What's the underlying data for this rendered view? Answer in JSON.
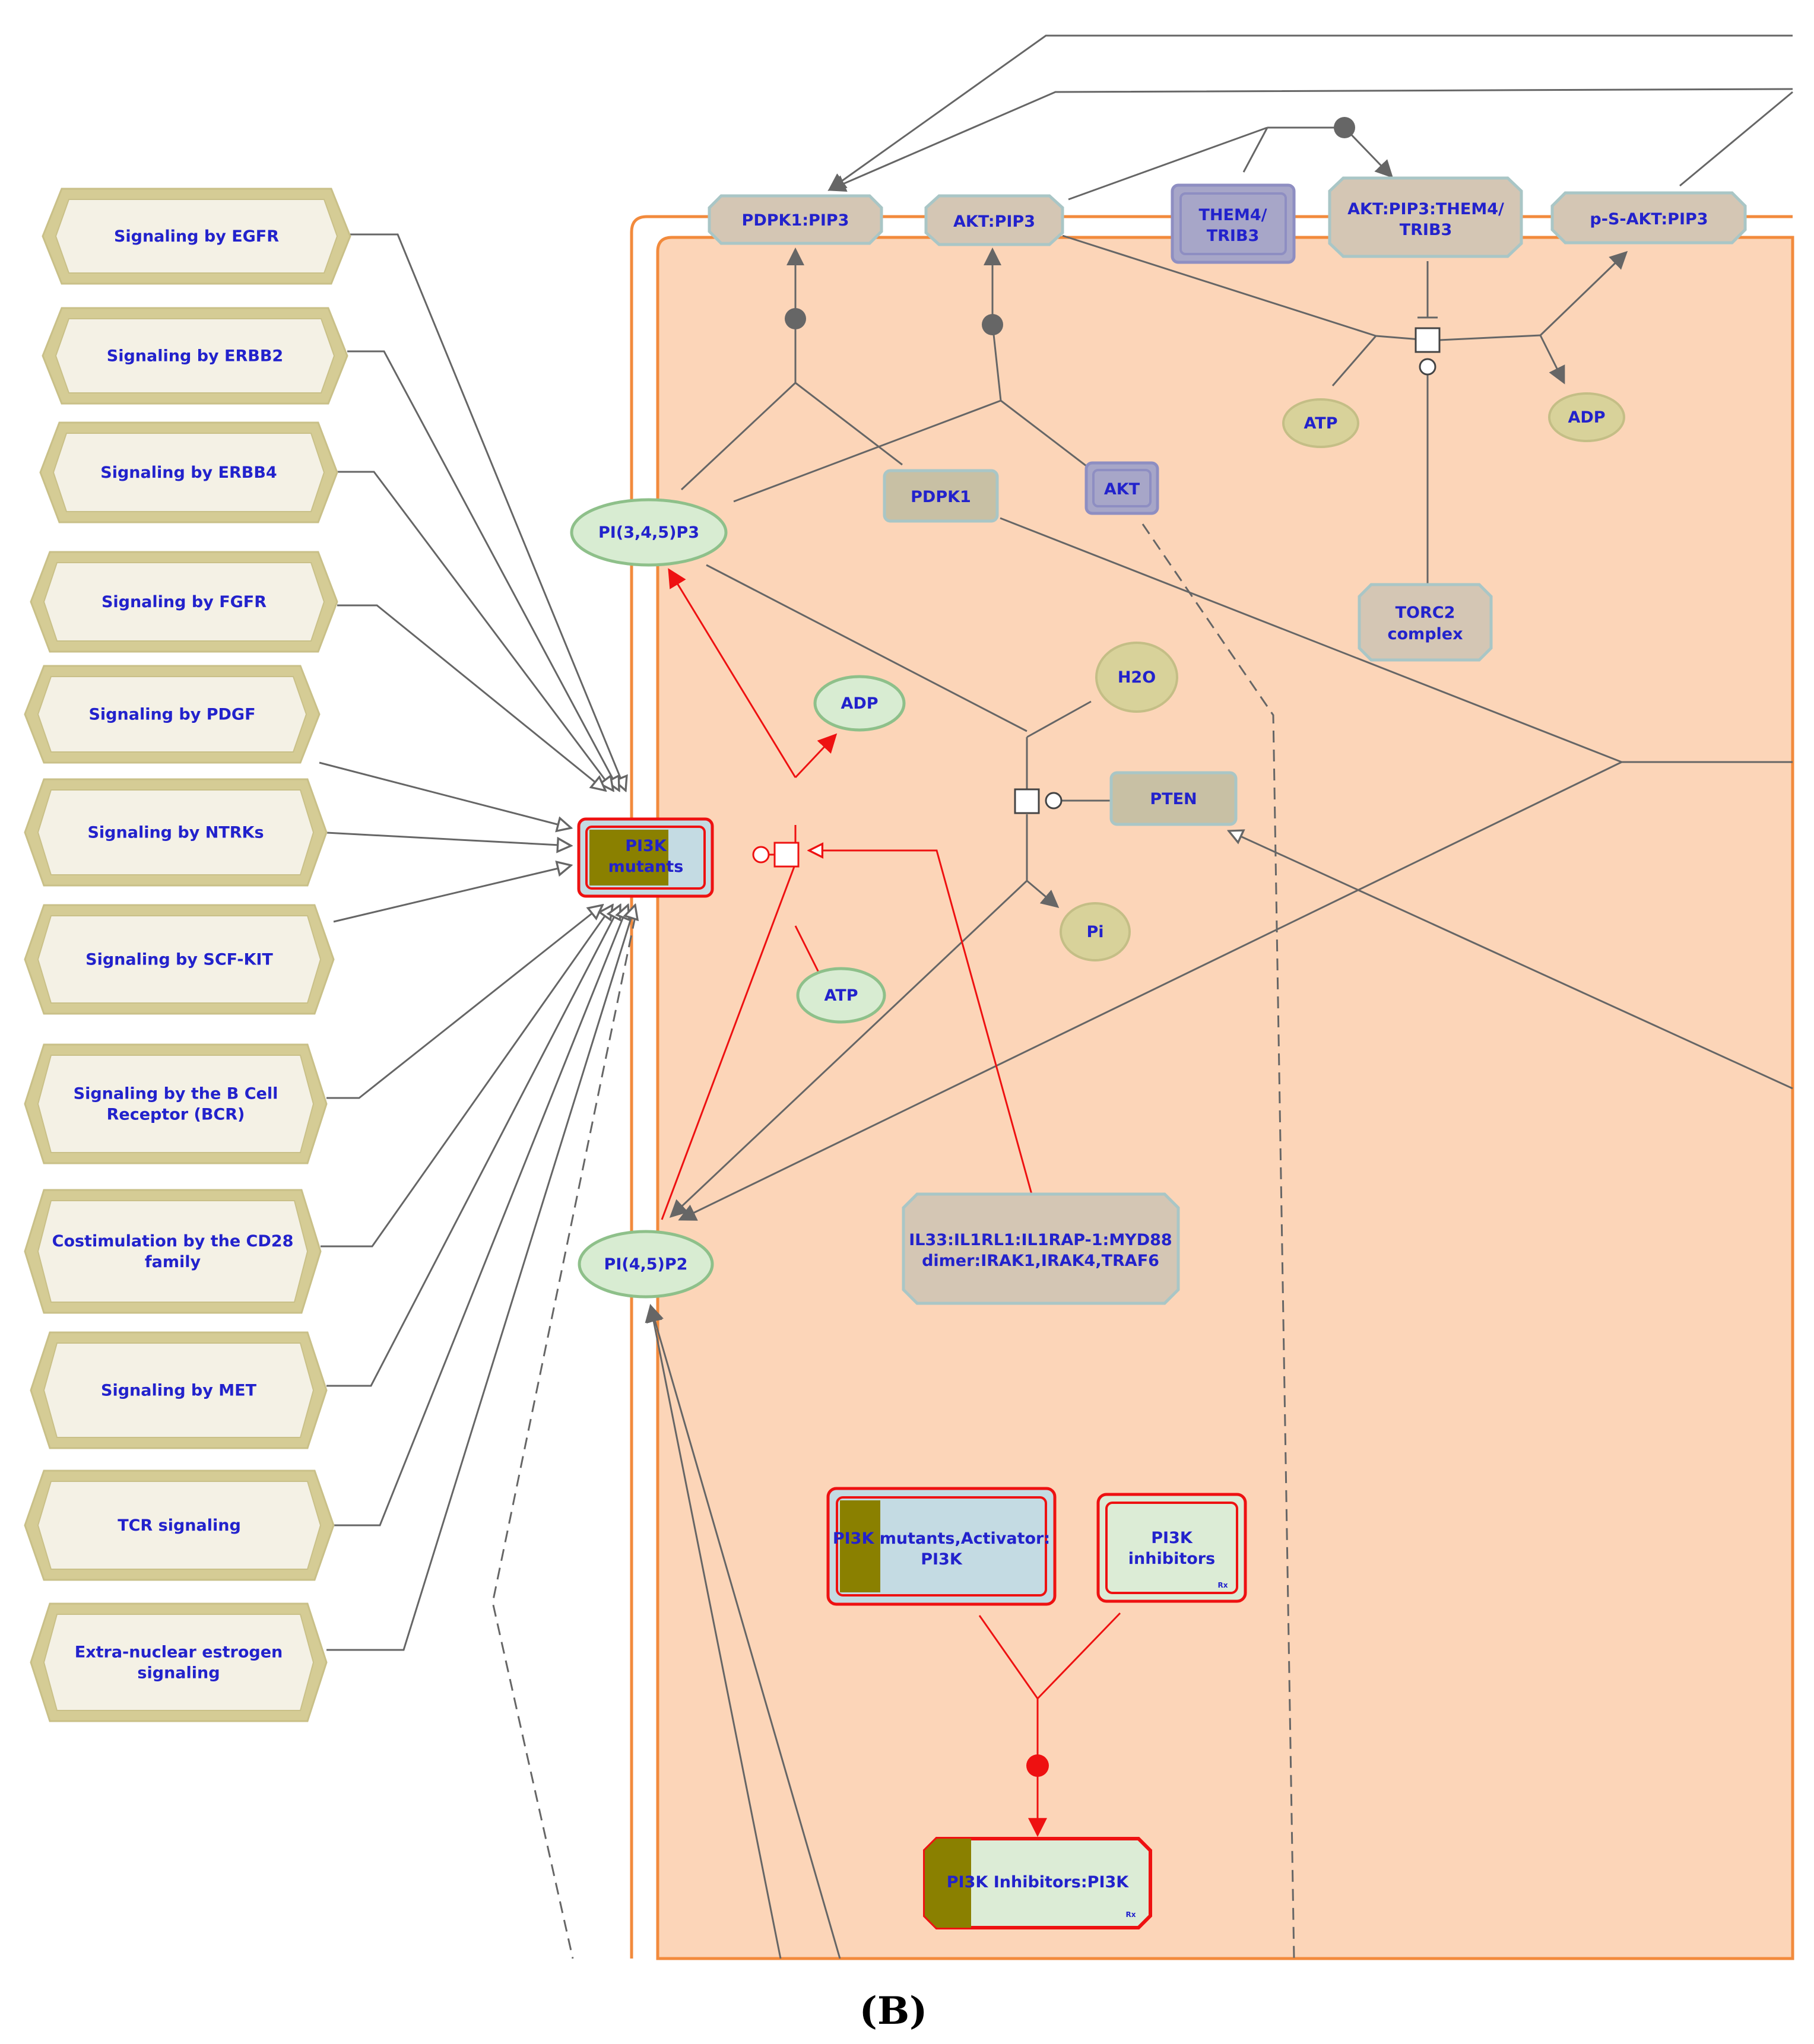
{
  "caption": "(B)",
  "rx_marker": "Rx",
  "colors": {
    "compartment_fill": "#fcd5b8",
    "compartment_border": "#f28a3c",
    "pathway_outer": "#d5cc95",
    "pathway_inner": "#f4f1e5",
    "complex": "#d4c6b4",
    "protein": "#c8c0a4",
    "small_molecule_green": "#d8ecd2",
    "small_molecule_olive": "#d8d29a",
    "mutant_olive": "#8a8000",
    "highlight_red": "#ee1111",
    "edge_gray": "#666666",
    "label_blue": "#2222cc"
  },
  "pathways": [
    {
      "id": "egfr",
      "lines": [
        "Signaling by EGFR"
      ]
    },
    {
      "id": "erbb2",
      "lines": [
        "Signaling by ERBB2"
      ]
    },
    {
      "id": "erbb4",
      "lines": [
        "Signaling by ERBB4"
      ]
    },
    {
      "id": "fgfr",
      "lines": [
        "Signaling by FGFR"
      ]
    },
    {
      "id": "pdgf",
      "lines": [
        "Signaling by PDGF"
      ]
    },
    {
      "id": "ntrks",
      "lines": [
        "Signaling by NTRKs"
      ]
    },
    {
      "id": "scfkit",
      "lines": [
        "Signaling by SCF-KIT"
      ]
    },
    {
      "id": "bcr",
      "lines": [
        "Signaling by the B Cell",
        "Receptor (BCR)"
      ]
    },
    {
      "id": "cd28",
      "lines": [
        "Costimulation by the CD28",
        "family"
      ]
    },
    {
      "id": "met",
      "lines": [
        "Signaling by MET"
      ]
    },
    {
      "id": "tcr",
      "lines": [
        "TCR signaling"
      ]
    },
    {
      "id": "estrogen",
      "lines": [
        "Extra-nuclear estrogen",
        "signaling"
      ]
    }
  ],
  "complexes": [
    {
      "id": "pdpk1-pip3",
      "lines": [
        "PDPK1:PIP3"
      ]
    },
    {
      "id": "akt-pip3",
      "lines": [
        "AKT:PIP3"
      ]
    },
    {
      "id": "akt-pip3-them4",
      "lines": [
        "AKT:PIP3:THEM4/",
        "TRIB3"
      ]
    },
    {
      "id": "p-s-akt-pip3",
      "lines": [
        "p-S-AKT:PIP3"
      ]
    },
    {
      "id": "torc2",
      "lines": [
        "TORC2",
        "complex"
      ]
    },
    {
      "id": "il33",
      "lines": [
        "IL33:IL1RL1:IL1RAP-1:MYD88",
        "dimer:IRAK1,IRAK4,TRAF6"
      ]
    }
  ],
  "proteins": [
    {
      "id": "pdpk1",
      "lines": [
        "PDPK1"
      ]
    },
    {
      "id": "pten",
      "lines": [
        "PTEN"
      ]
    }
  ],
  "sets": [
    {
      "id": "them4",
      "lines": [
        "THEM4/",
        "TRIB3"
      ]
    },
    {
      "id": "akt",
      "lines": [
        "AKT"
      ]
    }
  ],
  "small_molecules": [
    {
      "id": "pip3",
      "label": "PI(3,4,5)P3",
      "tone": "green"
    },
    {
      "id": "pip2",
      "label": "PI(4,5)P2",
      "tone": "green"
    },
    {
      "id": "adp-red",
      "label": "ADP",
      "tone": "green"
    },
    {
      "id": "atp-red",
      "label": "ATP",
      "tone": "green"
    },
    {
      "id": "atp-akt",
      "label": "ATP",
      "tone": "olive"
    },
    {
      "id": "adp-akt",
      "label": "ADP",
      "tone": "olive"
    },
    {
      "id": "h2o",
      "label": "H2O",
      "tone": "olive"
    },
    {
      "id": "pi",
      "label": "Pi",
      "tone": "olive"
    }
  ],
  "highlighted": [
    {
      "id": "pi3k-mutants",
      "lines": [
        "PI3K",
        "mutants"
      ]
    },
    {
      "id": "pi3k-activator",
      "lines": [
        "PI3K mutants,Activator:",
        "PI3K"
      ]
    },
    {
      "id": "pi3k-inhibitors",
      "lines": [
        "PI3K",
        "inhibitors"
      ]
    },
    {
      "id": "pi3k-inhib-complex",
      "lines": [
        "PI3K Inhibitors:PI3K"
      ]
    }
  ]
}
